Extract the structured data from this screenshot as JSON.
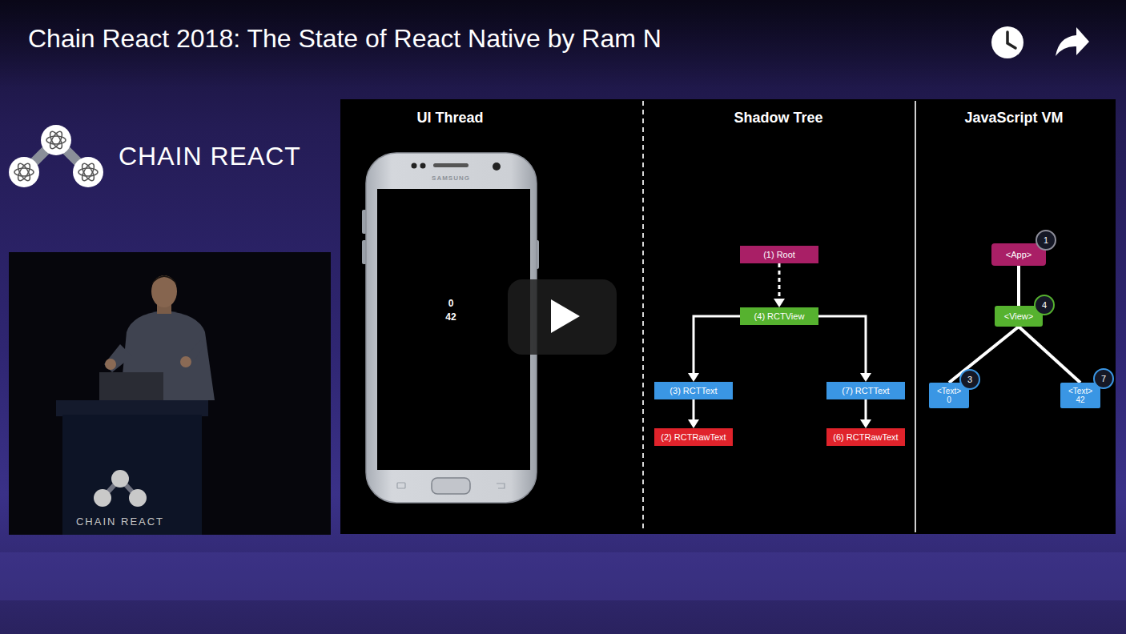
{
  "diagram": {
    "title": "Chain React 2018: The State of React Native by Ram N",
    "nodes": [
      {
        "text": [
          "(1) Root"
        ]
      },
      {
        "text": [
          "(4) RCTView"
        ]
      },
      {
        "text": [
          "(3) RCTText"
        ]
      },
      {
        "text": [
          "(2) RCTRawText"
        ]
      },
      {
        "text": [
          "(7) RCTText"
        ]
      },
      {
        "text": [
          "(6) RCTRawText"
        ]
      },
      {
        "text": [
          "<App>"
        ]
      },
      {
        "text": [
          "<View>"
        ]
      },
      {
        "text": [
          "<Text>",
          "0"
        ]
      },
      {
        "text": [
          "<Text>",
          "42"
        ]
      }
    ],
    "edges": [
      {
        "from": 0,
        "to": 1,
        "arrow": "to"
      },
      {
        "from": 1,
        "to": 2,
        "arrow": "to"
      },
      {
        "from": 1,
        "to": 4,
        "arrow": "to"
      },
      {
        "from": 2,
        "to": 3,
        "arrow": "to"
      },
      {
        "from": 4,
        "to": 5,
        "arrow": "to"
      },
      {
        "from": 6,
        "to": 7,
        "arrow": "none"
      },
      {
        "from": 7,
        "to": 8,
        "arrow": "none"
      },
      {
        "from": 7,
        "to": 9,
        "arrow": "none"
      }
    ],
    "labels": [
      "CHAIN REACT",
      "CHAIN REACT",
      "UI Thread",
      "Shadow Tree",
      "JavaScript VM",
      "SAMSUNG",
      "0",
      "42",
      "1",
      "4",
      "3",
      "7"
    ]
  }
}
